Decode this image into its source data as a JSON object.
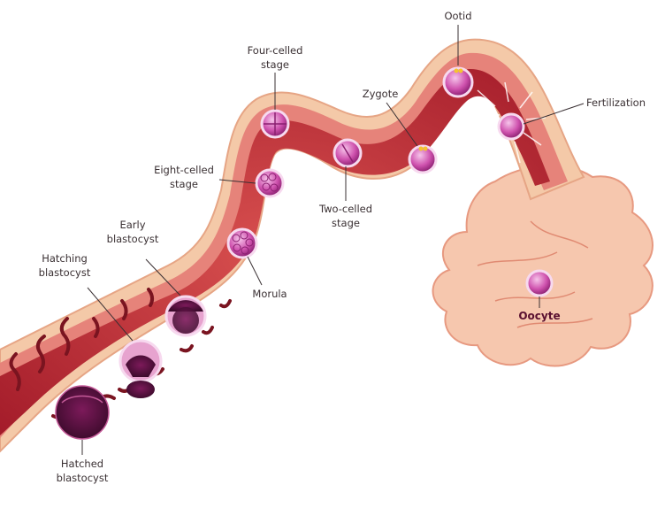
{
  "labels": {
    "ootid": "Ootid",
    "fertilization": "Fertilization",
    "zygote": "Zygote",
    "four_celled_1": "Four-celled",
    "four_celled_2": "stage",
    "two_celled_1": "Two-celled",
    "two_celled_2": "stage",
    "eight_celled_1": "Eight-celled",
    "eight_celled_2": "stage",
    "early_1": "Early",
    "early_2": "blastocyst",
    "hatching_1": "Hatching",
    "hatching_2": "blastocyst",
    "morula": "Morula",
    "oocyte": "Oocyte",
    "hatched_1": "Hatched",
    "hatched_2": "blastocyst"
  },
  "colors": {
    "tube_outer": "#f4c9a8",
    "tube_wall": "#e07a6e",
    "lumen": "#b5242f",
    "lumen_light": "#d4484a",
    "cell": "#c83fa0",
    "cell_light": "#ec9ad8",
    "blastocyst": "#5a1040",
    "ovary": "#f6c7ae",
    "ovary_edge": "#e79980"
  }
}
